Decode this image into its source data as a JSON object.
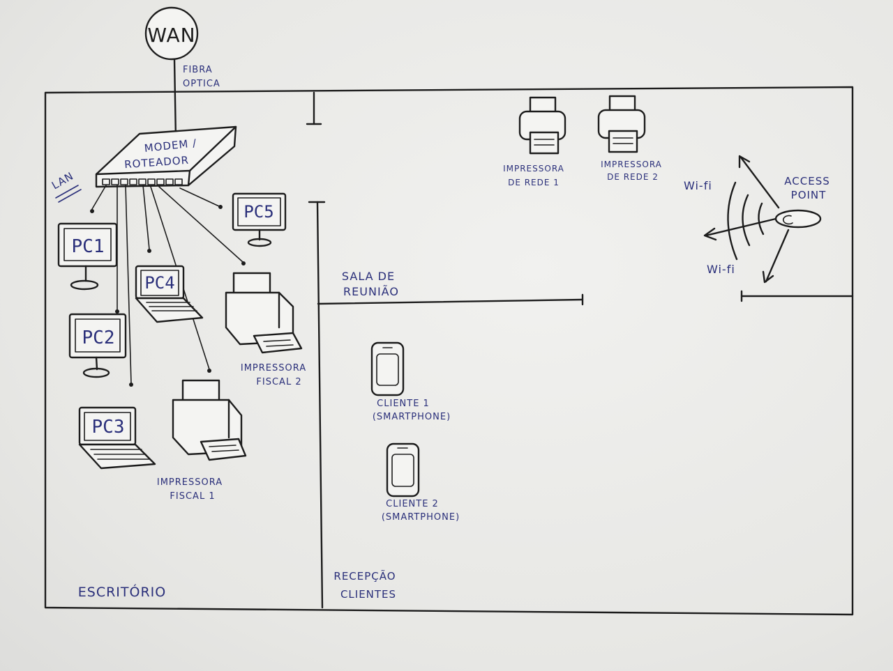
{
  "diagram": {
    "wan": "WAN",
    "fibra": [
      "FIBRA",
      "OPTICA"
    ],
    "modem": [
      "MODEM /",
      "ROTEADOR"
    ],
    "lan": "LAN",
    "pcs": {
      "pc1": "PC1",
      "pc2": "PC2",
      "pc3": "PC3",
      "pc4": "PC4",
      "pc5": "PC5"
    },
    "impressora_fiscal_1": [
      "IMPRESSORA",
      "FISCAL 1"
    ],
    "impressora_fiscal_2": [
      "IMPRESSORA",
      "FISCAL 2"
    ],
    "impressora_rede_1": [
      "IMPRESSORA",
      "DE REDE 1"
    ],
    "impressora_rede_2": [
      "IMPRESSORA",
      "DE REDE 2"
    ],
    "access_point": [
      "ACCESS",
      "POINT"
    ],
    "wifi_top": "Wi-fi",
    "wifi_bottom": "Wi-fi",
    "sala_reuniao": [
      "SALA DE",
      "REUNIÃO"
    ],
    "cliente_1": [
      "CLIENTE 1",
      "(SMARTPHONE)"
    ],
    "cliente_2": [
      "CLIENTE 2",
      "(SMARTPHONE)"
    ],
    "escritorio": "ESCRITÓRIO",
    "recepcao": [
      "RECEPÇÃO",
      "CLIENTES"
    ]
  }
}
